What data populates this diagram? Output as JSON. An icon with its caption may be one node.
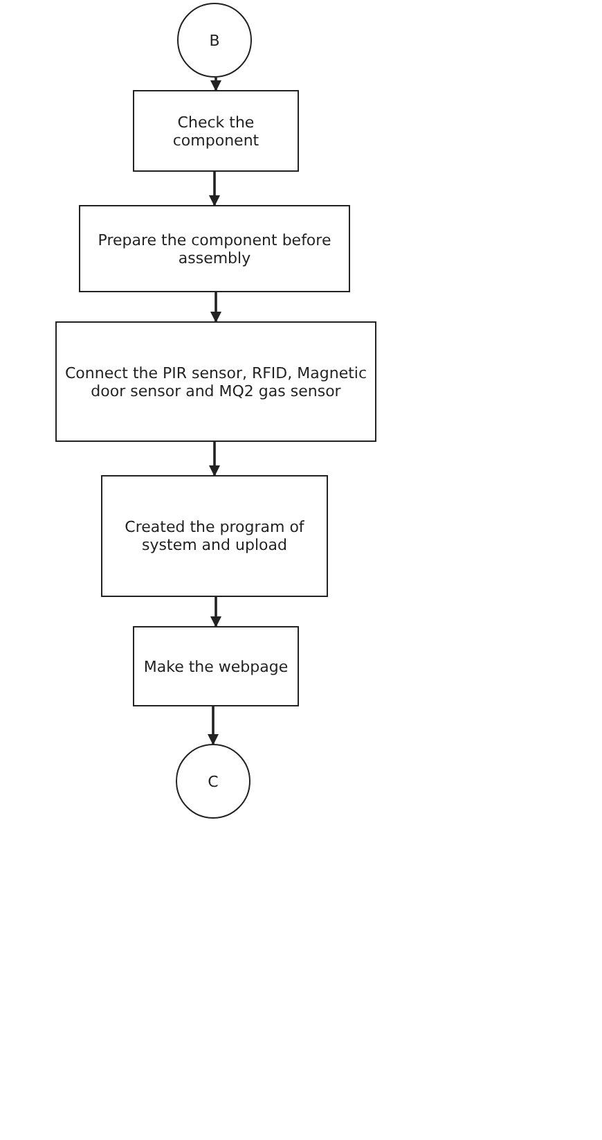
{
  "diagram": {
    "nodes": [
      {
        "text": [
          "B"
        ]
      },
      {
        "text": [
          "Check the component"
        ]
      },
      {
        "text": [
          "Prepare the component before assembly"
        ]
      },
      {
        "text": [
          "Connect the PIR sensor, RFID, Magnetic door sensor and MQ2 gas sensor"
        ]
      },
      {
        "text": [
          "Created the program of system and upload"
        ]
      },
      {
        "text": [
          "Make the webpage"
        ]
      },
      {
        "text": [
          "C"
        ]
      }
    ],
    "edges": [
      {
        "from": 0,
        "to": 1,
        "arrow": "to"
      },
      {
        "from": 1,
        "to": 2,
        "arrow": "to"
      },
      {
        "from": 2,
        "to": 3,
        "arrow": "to"
      },
      {
        "from": 3,
        "to": 4,
        "arrow": "to"
      },
      {
        "from": 4,
        "to": 5,
        "arrow": "to"
      },
      {
        "from": 5,
        "to": 6,
        "arrow": "to"
      }
    ]
  }
}
